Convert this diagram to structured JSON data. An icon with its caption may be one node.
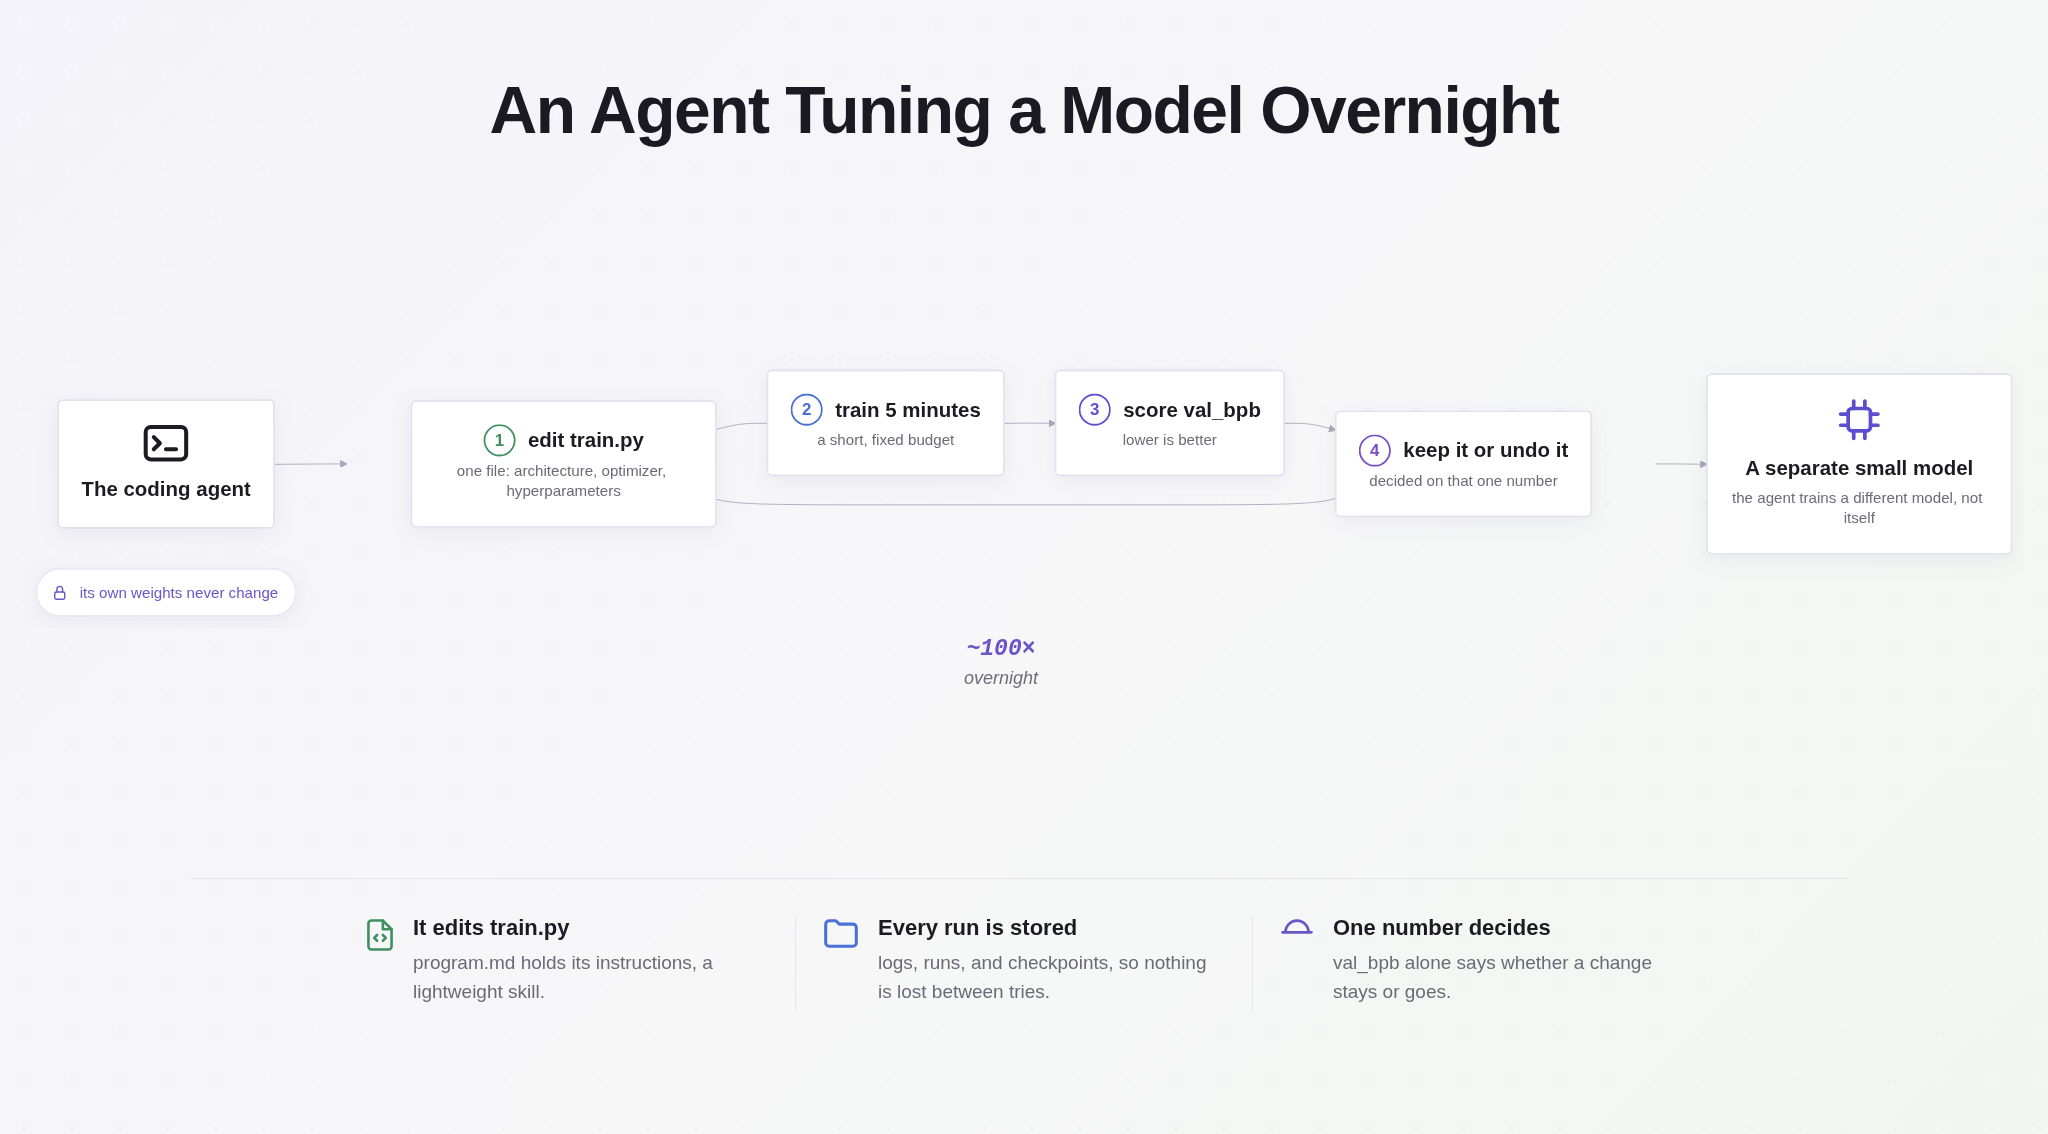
{
  "diagram": {
    "title": "An Agent Tuning a Model Overnight",
    "nodes": [
      {
        "text": [
          "The coding agent"
        ]
      },
      {
        "text": [
          "its own weights never change"
        ]
      },
      {
        "text": [
          "1",
          "edit train.py",
          "one file: architecture, optimizer, hyperparameters"
        ]
      },
      {
        "text": [
          "2",
          "train 5 minutes",
          "a short, fixed budget"
        ]
      },
      {
        "text": [
          "3",
          "score val_bpb",
          "lower is better"
        ]
      },
      {
        "text": [
          "4",
          "keep it or undo it",
          "decided on that one number"
        ]
      },
      {
        "text": [
          "A separate small model",
          "the agent trains a different model, not itself"
        ]
      }
    ],
    "edges": [
      {
        "from": 0,
        "to": null,
        "arrow": "to"
      },
      {
        "from": 2,
        "to": 3,
        "arrow": "none"
      },
      {
        "from": 3,
        "to": 4,
        "arrow": "to"
      },
      {
        "from": 4,
        "to": 5,
        "arrow": "to"
      },
      {
        "from": 5,
        "to": 2,
        "arrow": "none"
      },
      {
        "from": null,
        "to": 6,
        "arrow": "to"
      }
    ],
    "labels": [
      "~100×",
      "overnight",
      "It edits train.py",
      "program.md holds its instructions, a lightweight skill.",
      "Every run is stored",
      "logs, runs, and checkpoints, so nothing is lost between tries.",
      "One number decides",
      "val_bpb alone says whether a change stays or goes."
    ]
  }
}
